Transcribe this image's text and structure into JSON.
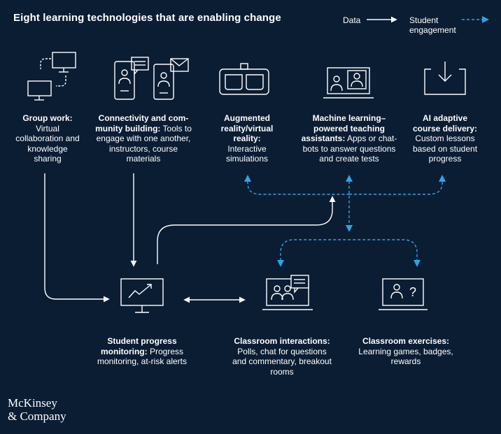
{
  "title": "Eight learning technologies that are enabling change",
  "legend": {
    "data_label": "Data",
    "engagement_label": "Student\nengagement"
  },
  "nodes": {
    "group_work": {
      "bold": "Group work:",
      "text": " Virtual collaboration and knowledge sharing",
      "icon": "connected-monitors-icon"
    },
    "connectivity": {
      "bold": "Connectivity and com-munity building:",
      "text": " Tools to engage with one another, instructors, course materials",
      "icon": "phones-messaging-icon"
    },
    "ar_vr": {
      "bold": "Augmented reality/virtual reality:",
      "text": " Interactive simulations",
      "icon": "vr-headset-icon"
    },
    "ml_assistants": {
      "bold": "Machine learning–powered teaching assistants:",
      "text": " Apps or chat-bots to answer questions and create tests",
      "icon": "video-laptop-icon"
    },
    "ai_adaptive": {
      "bold": "AI adaptive course delivery:",
      "text": " Custom lessons based on student progress",
      "icon": "download-screen-icon"
    },
    "progress": {
      "bold": "Student progress monitoring:",
      "text": " Progress monitoring, at-risk alerts",
      "icon": "chart-monitor-icon"
    },
    "classroom_interactions": {
      "bold": "Classroom interactions:",
      "text": " Polls, chat for questions and commentary, breakout rooms",
      "icon": "group-chat-laptop-icon"
    },
    "classroom_exercises": {
      "bold": "Classroom exercises:",
      "text": " Learning games, badges, rewards",
      "icon": "question-laptop-icon"
    }
  },
  "logo": {
    "line1": "McKinsey",
    "line2": "& Company"
  },
  "colors": {
    "background": "#0b1d33",
    "data_line": "#ffffff",
    "engagement_line": "#2fa3e6"
  }
}
